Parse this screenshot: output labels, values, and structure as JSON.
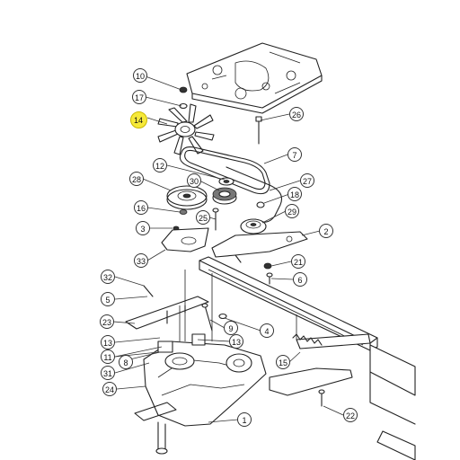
{
  "callouts": [
    {
      "id": "c10",
      "label": "10"
    },
    {
      "id": "c17",
      "label": "17"
    },
    {
      "id": "c14",
      "label": "14",
      "highlighted": true
    },
    {
      "id": "c26",
      "label": "26"
    },
    {
      "id": "c7",
      "label": "7"
    },
    {
      "id": "c12",
      "label": "12"
    },
    {
      "id": "c27",
      "label": "27"
    },
    {
      "id": "c28",
      "label": "28"
    },
    {
      "id": "c30",
      "label": "30"
    },
    {
      "id": "c18",
      "label": "18"
    },
    {
      "id": "c16",
      "label": "16"
    },
    {
      "id": "c25",
      "label": "25"
    },
    {
      "id": "c29",
      "label": "29"
    },
    {
      "id": "c3",
      "label": "3"
    },
    {
      "id": "c2",
      "label": "2"
    },
    {
      "id": "c33",
      "label": "33"
    },
    {
      "id": "c21",
      "label": "21"
    },
    {
      "id": "c32",
      "label": "32"
    },
    {
      "id": "c6",
      "label": "6"
    },
    {
      "id": "c5",
      "label": "5"
    },
    {
      "id": "c23",
      "label": "23"
    },
    {
      "id": "c9",
      "label": "9"
    },
    {
      "id": "c4",
      "label": "4"
    },
    {
      "id": "c13a",
      "label": "13"
    },
    {
      "id": "c13b",
      "label": "13"
    },
    {
      "id": "c11",
      "label": "11"
    },
    {
      "id": "c8",
      "label": "8"
    },
    {
      "id": "c31",
      "label": "31"
    },
    {
      "id": "c15",
      "label": "15"
    },
    {
      "id": "c24",
      "label": "24"
    },
    {
      "id": "c22",
      "label": "22"
    },
    {
      "id": "c1",
      "label": "1"
    }
  ],
  "colors": {
    "highlight": "#f6e93a",
    "line": "#222222"
  }
}
